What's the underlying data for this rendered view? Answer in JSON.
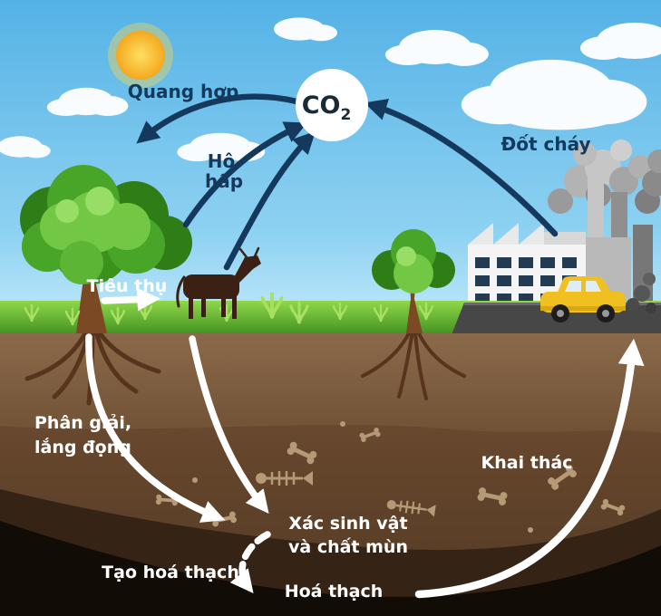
{
  "diagram": {
    "type": "carbon-cycle",
    "co2": {
      "main": "CO",
      "sub": "2"
    },
    "labels": {
      "quang_hop": "Quang hợp",
      "ho": "Hô",
      "hap": "hấp",
      "dot_chay": "Đốt cháy",
      "tieu_thu": "Tiêu thụ",
      "phan_giai": "Phân giải,",
      "lang_dong": "lắng đọng",
      "xac_sinh_vat": "Xác sinh vật",
      "va_chat_mun": "và chất mùn",
      "tao_hoa_thach": "Tạo hoá thạch",
      "hoa_thach": "Hoá thạch",
      "khai_thac": "Khai thác"
    },
    "colors": {
      "label_dark": "#15395c",
      "label_light": "#ffffff",
      "arrow_dark": "#15395c",
      "arrow_light": "#ffffff",
      "sky": "#5fb9e8",
      "grass": "#5fae2c",
      "soil": "#7a5636",
      "sun": "#f9c32a",
      "factory": "#f2f2f2",
      "car": "#f0c020"
    }
  }
}
